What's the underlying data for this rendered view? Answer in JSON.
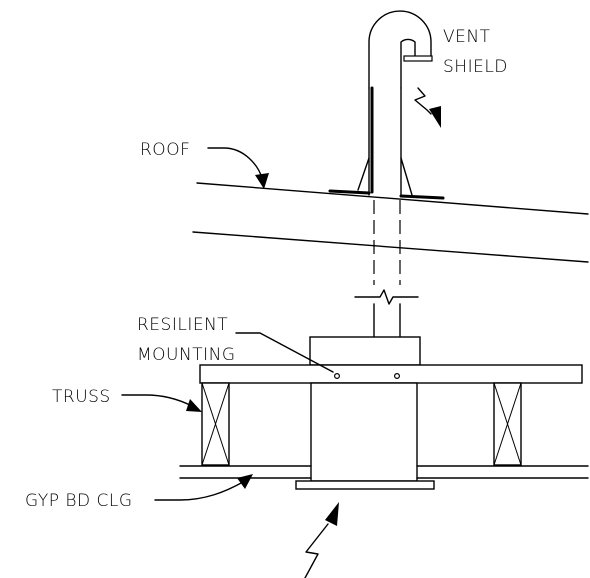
{
  "labels": {
    "vent_line1": "VENT",
    "vent_line2": "SHIELD",
    "roof": "ROOF",
    "resilient_line1": "RESILIENT",
    "resilient_line2": "MOUNTING",
    "truss": "TRUSS",
    "ceiling": "GYP BD CLG"
  }
}
